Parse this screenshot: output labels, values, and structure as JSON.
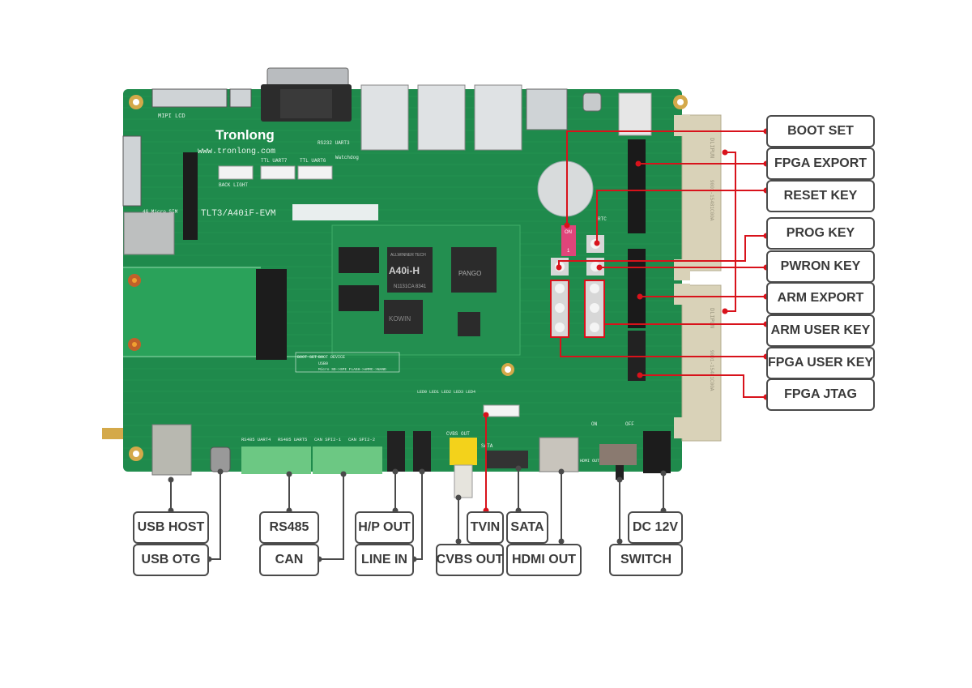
{
  "board": {
    "brand": "Tronlong",
    "website": "www.tronlong.com",
    "model": "TLT3/A40iF-EVM",
    "soc_label": "A40i-H",
    "soc_sub": "N1131CA 8341",
    "soc_maker": "ALLWINNER TECH",
    "fpga_label": "PANGO",
    "flash_label": "KOWIN",
    "silk": {
      "mipi_lcd": "MIPI LCD",
      "rs232": "RS232 UART3",
      "ttl_uart7": "TTL UART7",
      "ttl_uart6": "TTL UART6",
      "back_light": "BACK LIGHT",
      "watchdog": "Watchdog",
      "sim": "4G Micro SIM",
      "boot_set": "BOOT SET",
      "boot_device": "BOOT DEVICE",
      "boot_row1": "USB0",
      "boot_row2": "Micro SD->SPI FLASH->eMMC->NAND",
      "leds": "LED0 LED1 LED2 LED3 LED4",
      "rs485_uart4": "RS485 UART4",
      "rs485_uart5": "RS485 UART5",
      "can_spi1": "CAN SPI2-1",
      "can_spi2": "CAN SPI2-2",
      "cvbs_out": "CVBS OUT",
      "sata": "SATA",
      "hdmi_out": "HDMI OUT",
      "on": "ON",
      "off": "OFF",
      "rtc": "RTC",
      "dip_on": "ON",
      "dip_1": "1",
      "euro_conn": "9001-15481C00A",
      "euro_brand": "DLIPUN"
    }
  },
  "labels_right": [
    {
      "id": "boot-set",
      "text": "BOOT SET"
    },
    {
      "id": "fpga-export",
      "text": "FPGA EXPORT"
    },
    {
      "id": "reset-key",
      "text": "RESET KEY"
    },
    {
      "id": "prog-key",
      "text": "PROG KEY"
    },
    {
      "id": "pwron-key",
      "text": "PWRON KEY"
    },
    {
      "id": "arm-export",
      "text": "ARM EXPORT"
    },
    {
      "id": "arm-user-key",
      "text": "ARM USER KEY"
    },
    {
      "id": "fpga-user-key",
      "text": "FPGA USER KEY"
    },
    {
      "id": "fpga-jtag",
      "text": "FPGA JTAG"
    }
  ],
  "labels_bottom": [
    {
      "id": "usb-host",
      "text": "USB HOST"
    },
    {
      "id": "usb-otg",
      "text": "USB OTG"
    },
    {
      "id": "rs485",
      "text": "RS485"
    },
    {
      "id": "can",
      "text": "CAN"
    },
    {
      "id": "hp-out",
      "text": "H/P OUT"
    },
    {
      "id": "line-in",
      "text": "LINE IN"
    },
    {
      "id": "tvin",
      "text": "TVIN"
    },
    {
      "id": "cvbs-out",
      "text": "CVBS OUT"
    },
    {
      "id": "sata",
      "text": "SATA"
    },
    {
      "id": "hdmi-out",
      "text": "HDMI OUT"
    },
    {
      "id": "dc-12v",
      "text": "DC 12V"
    },
    {
      "id": "switch",
      "text": "SWITCH"
    }
  ],
  "colors": {
    "pcb": "#1f8a4c",
    "pcb_dark": "#15703c",
    "callout_red": "#d8121b",
    "callout_gray": "#4a4a4a",
    "label_border": "#4a4a4a",
    "label_text": "#3a3a3a",
    "terminal_green": "#6cc883",
    "connector_beige": "#d9d2b8"
  }
}
